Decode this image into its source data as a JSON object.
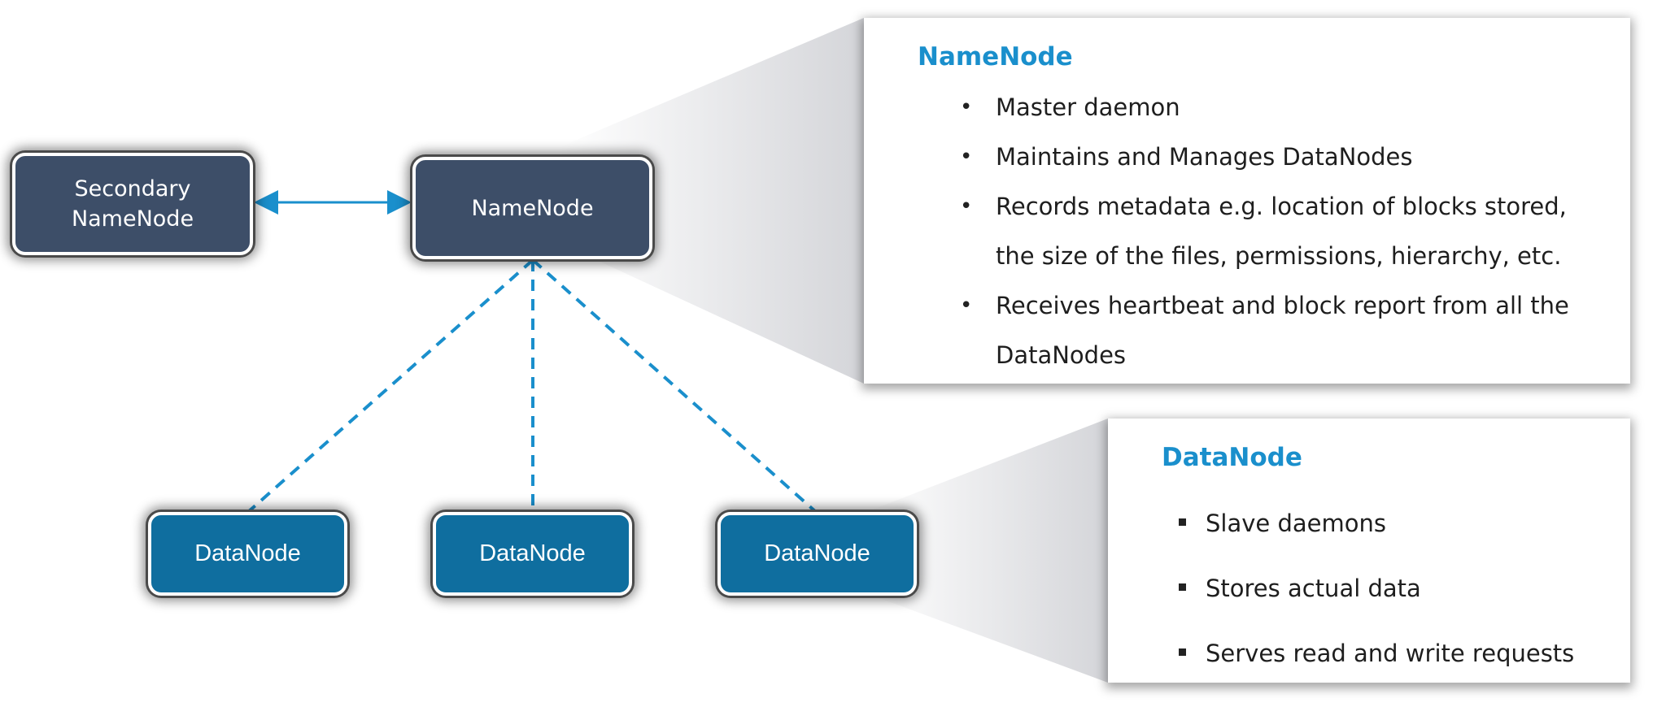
{
  "colors": {
    "dark_node": "#3d4e68",
    "data_node": "#0f6e9f",
    "accent": "#1a8fcc",
    "connector": "#1a8fcc"
  },
  "diagram": {
    "secondary_namenode": {
      "label": "Secondary\nNameNode"
    },
    "namenode": {
      "label": "NameNode"
    },
    "datanodes": [
      {
        "label": "DataNode"
      },
      {
        "label": "DataNode"
      },
      {
        "label": "DataNode"
      }
    ]
  },
  "namenode_panel": {
    "title": "NameNode",
    "bullets": [
      "Master daemon",
      "Maintains and Manages DataNodes",
      "Records metadata e.g. location of blocks stored, the size of the files, permissions, hierarchy, etc.",
      "Receives heartbeat and block report from all the DataNodes"
    ]
  },
  "datanode_panel": {
    "title": "DataNode",
    "bullets": [
      "Slave daemons",
      "Stores actual data",
      "Serves read and write requests"
    ]
  }
}
